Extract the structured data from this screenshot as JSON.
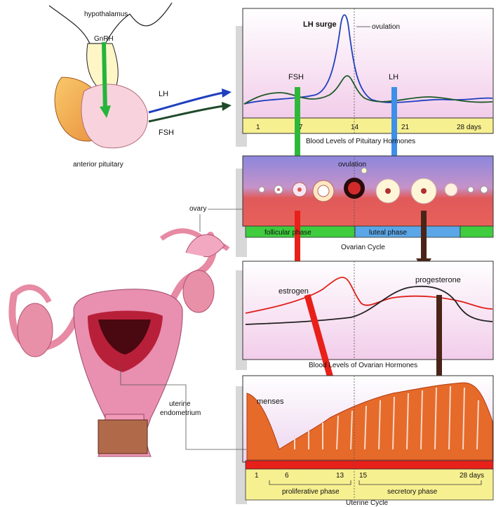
{
  "labels": {
    "hypothalamus": "hypothalamus",
    "gnrh": "GnRH",
    "anterior_pituitary": "anterior pituitary",
    "lh_arrow": "LH",
    "fsh_arrow": "FSH",
    "ovary": "ovary",
    "uterine_endometrium_1": "uterine",
    "uterine_endometrium_2": "endometrium"
  },
  "panels": {
    "pituitary": {
      "title": "Blood Levels of Pituitary Hormones",
      "lh_surge": "LH surge",
      "ovulation": "ovulation",
      "fsh": "FSH",
      "lh": "LH",
      "day_ticks": [
        "1",
        "7",
        "14",
        "21",
        "28 days"
      ]
    },
    "ovarian": {
      "title": "Ovarian Cycle",
      "ovulation": "ovulation",
      "follicular": "follicular phase",
      "luteal": "luteal phase"
    },
    "ovarian_hormones": {
      "title": "Blood Levels of Ovarian Hormones",
      "estrogen": "estrogen",
      "progesterone": "progesterone"
    },
    "uterine": {
      "title": "Uterine Cycle",
      "menses": "menses",
      "day_ticks": [
        "1",
        "6",
        "13",
        "15",
        "28 days"
      ],
      "proliferative": "proliferative phase",
      "secretory": "secretory phase"
    }
  },
  "colors": {
    "lh_blue": "#1f3fbf",
    "fsh_green": "#1f7a2a",
    "estrogen_red": "#e0201a",
    "progesterone_dark": "#222222",
    "follicular_green": "#3fcc3f",
    "luteal_blue": "#5aa6e6",
    "endometrium_orange": "#e66a2a"
  }
}
